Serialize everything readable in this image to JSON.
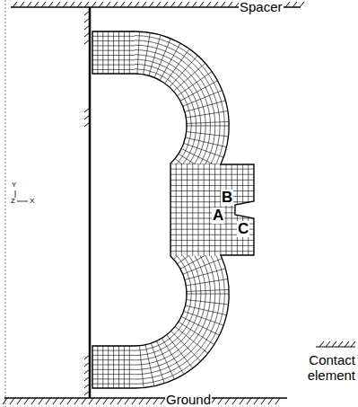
{
  "diagram": {
    "labels": [
      "Spacer",
      "Y",
      "Z",
      "X",
      "A",
      "B",
      "C",
      "Ground"
    ],
    "legend": [
      {
        "text": "Contact element"
      }
    ]
  }
}
